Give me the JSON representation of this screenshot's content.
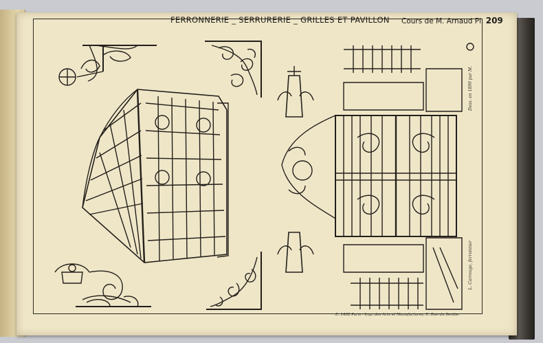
{
  "plate": {
    "title": "FERRONNERIE _ SERRURERIE _ GRILLES ET PAVILLON",
    "course_prefix": "Cours de M. Arnaud Pl.",
    "plate_number": "209",
    "imprint": "E. 1402 Paris - Imp. des Arts et Manufactures, E. Rue du Sentier",
    "signature_top": "Dess. en 1899 par M.",
    "signature_bottom": "L. Carrouge, ferronnier"
  }
}
